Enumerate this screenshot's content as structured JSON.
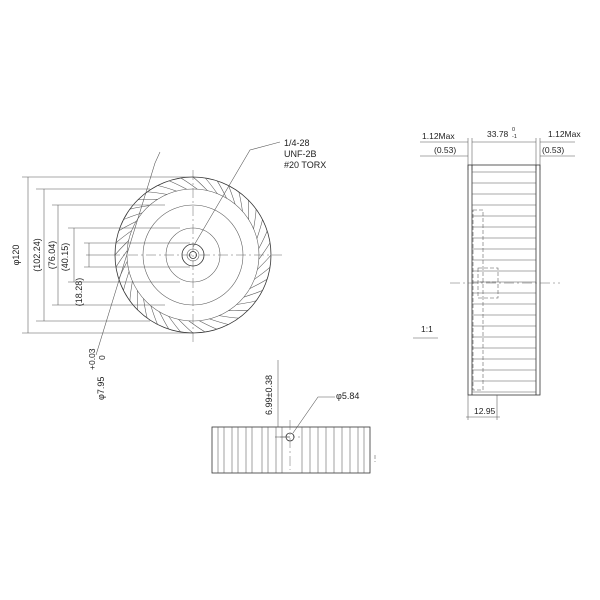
{
  "front_view": {
    "diameters": [
      "φ120",
      "(102.24)",
      "(76.04)",
      "(40.15)",
      "(18.28)"
    ],
    "hub_bore": "φ7.95",
    "hub_tol_upper": "+0.03",
    "hub_tol_lower": "0",
    "note_lines": [
      "1/4-28",
      "UNF-2B",
      "#20 TORX"
    ]
  },
  "side_view": {
    "left_flange": "1.12Max",
    "left_flange_ref": "(0.53)",
    "width": "33.78",
    "width_tol_upper": "0",
    "width_tol_lower": "-1",
    "right_flange": "1.12Max",
    "right_flange_ref": "(0.53)",
    "hub_depth": "12.95",
    "scale": "1:1"
  },
  "bottom_view": {
    "hole_offset": "6.99±0.38",
    "hole_dia": "φ5.84"
  }
}
